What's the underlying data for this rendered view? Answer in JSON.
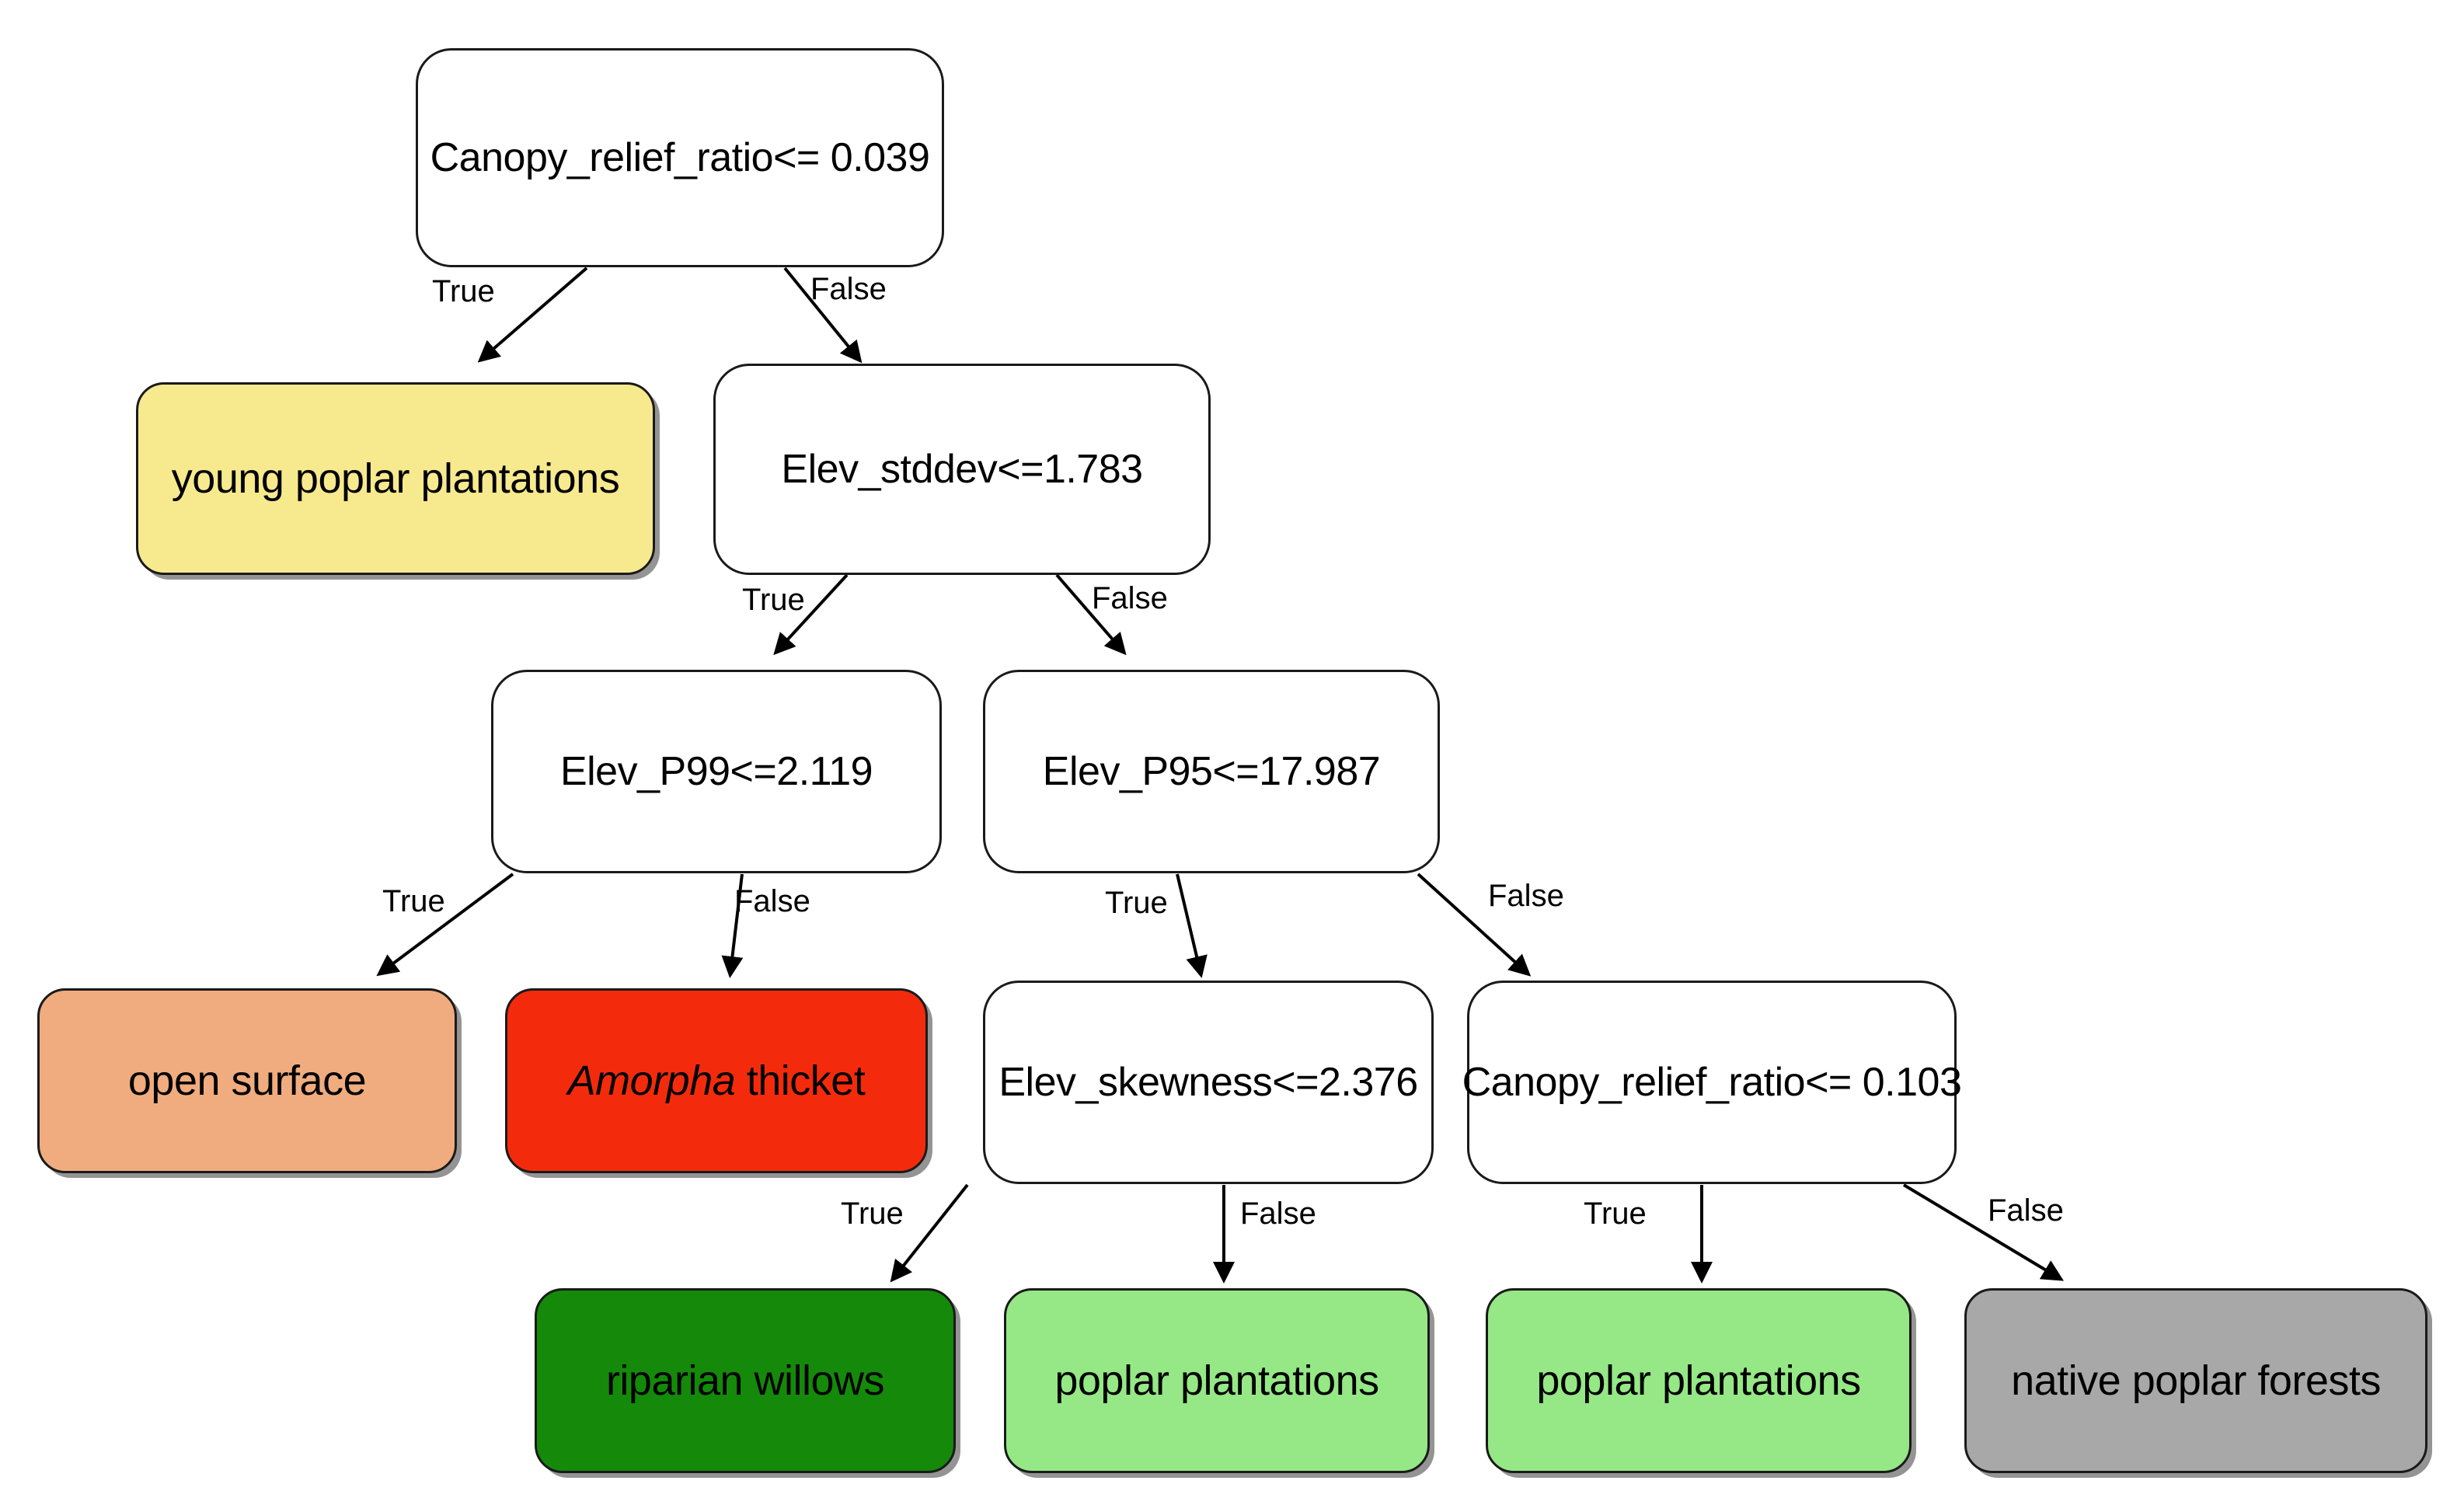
{
  "diagram": {
    "type": "decision-tree",
    "title": "",
    "background_color": "#ffffff",
    "edge_label_true": "True",
    "edge_label_false": "False",
    "colors": {
      "decision_fill": "#ffffff",
      "node_border": "#1a1a1a",
      "young_poplar_plantations": "#F7E98E",
      "open_surface": "#F0AC7E",
      "amorpha_thicket": "#F32B0C",
      "riparian_willows": "#14890A",
      "poplar_plantations": "#95E885",
      "native_poplar_forests": "#A8A8A8"
    }
  },
  "nodes": {
    "n0": {
      "label": "Canopy_relief_ratio<= 0.039",
      "kind": "decision"
    },
    "n1": {
      "label": "young poplar plantations",
      "kind": "leaf"
    },
    "n2": {
      "label": "Elev_stddev<=1.783",
      "kind": "decision"
    },
    "n3": {
      "label": "Elev_P99<=2.119",
      "kind": "decision"
    },
    "n4": {
      "label": "Elev_P95<=17.987",
      "kind": "decision"
    },
    "n5": {
      "label": "open surface",
      "kind": "leaf"
    },
    "n6": {
      "label_italic": "Amorpha",
      "label_rest": " thicket",
      "kind": "leaf"
    },
    "n7": {
      "label": "Elev_skewness<=2.376",
      "kind": "decision"
    },
    "n8": {
      "label": "Canopy_relief_ratio<= 0.103",
      "kind": "decision"
    },
    "n9": {
      "label": "riparian willows",
      "kind": "leaf"
    },
    "n10": {
      "label": "poplar plantations",
      "kind": "leaf"
    },
    "n11": {
      "label": "poplar plantations",
      "kind": "leaf"
    },
    "n12": {
      "label": "native poplar forests",
      "kind": "leaf"
    }
  },
  "edges": [
    {
      "from": "n0",
      "to": "n1",
      "label": "True"
    },
    {
      "from": "n0",
      "to": "n2",
      "label": "False"
    },
    {
      "from": "n2",
      "to": "n3",
      "label": "True"
    },
    {
      "from": "n2",
      "to": "n4",
      "label": "False"
    },
    {
      "from": "n3",
      "to": "n5",
      "label": "True"
    },
    {
      "from": "n3",
      "to": "n6",
      "label": "False"
    },
    {
      "from": "n4",
      "to": "n7",
      "label": "True"
    },
    {
      "from": "n4",
      "to": "n8",
      "label": "False"
    },
    {
      "from": "n7",
      "to": "n9",
      "label": "True"
    },
    {
      "from": "n7",
      "to": "n10",
      "label": "False"
    },
    {
      "from": "n8",
      "to": "n11",
      "label": "True"
    },
    {
      "from": "n8",
      "to": "n12",
      "label": "False"
    }
  ],
  "edge_labels": {
    "e0_true": "True",
    "e0_false": "False",
    "e2_true": "True",
    "e2_false": "False",
    "e3_true": "True",
    "e3_false": "False",
    "e4_true": "True",
    "e4_false": "False",
    "e7_true": "True",
    "e7_false": "False",
    "e8_true": "True",
    "e8_false": "False"
  }
}
